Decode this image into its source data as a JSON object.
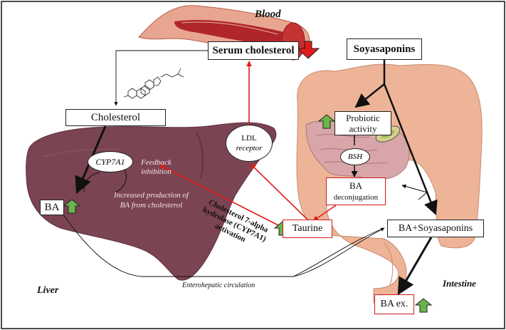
{
  "labels": {
    "blood": "Blood",
    "serum_cholesterol": "Serum cholesterol",
    "soyasaponins": "Soyasaponins",
    "cholesterol": "Cholesterol",
    "cyp7a1": "CYP7A1",
    "feedback_inhibition_line1": "Feedback",
    "feedback_inhibition_line2": "inhibition",
    "increased_production_line1": "Increased production of",
    "increased_production_line2": "BA from cholesterol",
    "ba_liver": "BA",
    "liver": "Liver",
    "ldl_line1": "LDL",
    "ldl_line2": "receptor",
    "probiotic_line1": "Probiotic",
    "probiotic_line2": "activity",
    "bsh": "BSH",
    "ba_deconj_line1": "BA",
    "ba_deconj_line2": "deconjugation",
    "taurine": "Taurine",
    "ba_soyasaponins": "BA+Soyasaponins",
    "enterohepatic": "Enterohepatic circulation",
    "intestine": "Intestine",
    "ba_excretion": "BA ex.",
    "cyp_activation_line1": "Cholesterol 7-alpha",
    "cyp_activation_line2": "hydrolase (CYP7A1)",
    "cyp_activation_line3": "activation"
  },
  "colors": {
    "up_arrow": "#6ab44a",
    "down_arrow": "#e01b1b",
    "red_line": "#e01b1b",
    "liver": "#7b4453",
    "intestine": "#e8a88a",
    "vessel": "#d9806a"
  }
}
